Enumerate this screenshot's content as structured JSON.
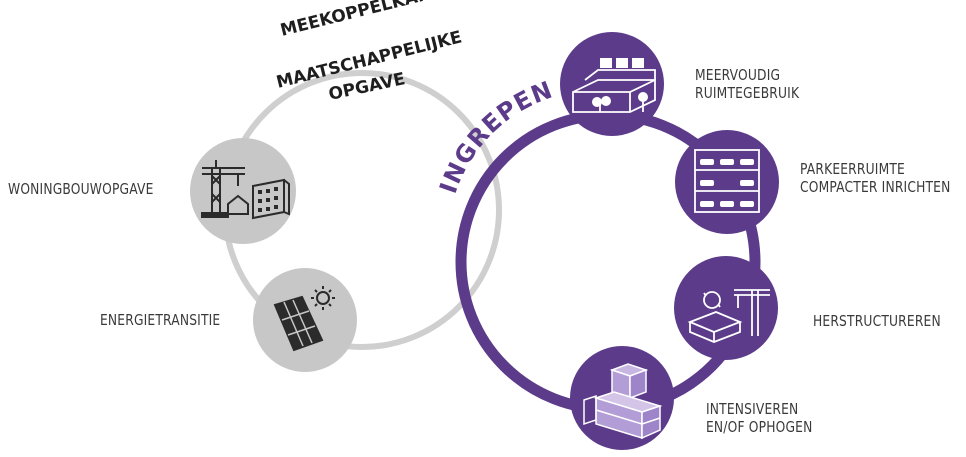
{
  "colors": {
    "purple": "#5c3b8b",
    "purple_dark": "#4a2c76",
    "grey_circle": "#c7c7c7",
    "grey_ring": "#cfcfcf",
    "text": "#3a3a3a",
    "white": "#ffffff"
  },
  "arc_text": {
    "line1": "MEEKOPPELKANS",
    "line2": "MAATSCHAPPELIJKE",
    "line3": "OPGAVE"
  },
  "ring_label": "INGREPEN",
  "left_nodes": [
    {
      "label": "WONINGBOUWOPGAVE",
      "icon": "crane-house-building-icon"
    },
    {
      "label": "ENERGIETRANSITIE",
      "icon": "solar-panel-sun-icon"
    }
  ],
  "right_nodes": [
    {
      "lines": [
        "MEERVOUDIG",
        "RUIMTEGEBRUIK"
      ],
      "icon": "multi-use-building-icon"
    },
    {
      "lines": [
        "PARKEERRUIMTE",
        "COMPACTER INRICHTEN"
      ],
      "icon": "parking-garage-icon"
    },
    {
      "lines": [
        "HERSTRUCTUREREN"
      ],
      "icon": "restructure-crane-icon"
    },
    {
      "lines": [
        "INTENSIVEREN",
        "EN/OF OPHOGEN"
      ],
      "icon": "stacked-blocks-icon"
    }
  ]
}
